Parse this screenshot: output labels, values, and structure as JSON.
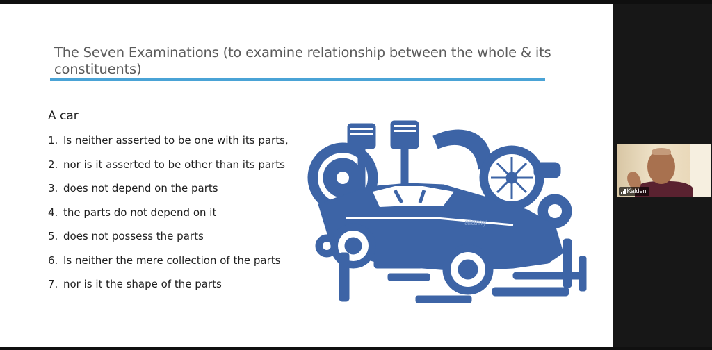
{
  "slide": {
    "title": "The Seven Examinations (to examine relationship between the whole & its constituents)",
    "subject": "A car",
    "points": [
      {
        "num": "1.",
        "text": "Is neither asserted to be one with its parts,"
      },
      {
        "num": "2.",
        "text": "nor is it asserted to be other than its parts"
      },
      {
        "num": "3.",
        "text": "does not depend on the parts"
      },
      {
        "num": "4.",
        "text": "the parts do not depend on it"
      },
      {
        "num": "5.",
        "text": "does not possess the parts"
      },
      {
        "num": "6.",
        "text": "Is neither the mere collection of the parts"
      },
      {
        "num": "7.",
        "text": "nor is it the shape of the parts"
      }
    ],
    "illustration": {
      "description_icon": "car-and-parts-icon",
      "watermark": "alamy",
      "color": "#3d64a6"
    },
    "accent_color": "#4aa3d6"
  },
  "participant": {
    "name": "Kalden",
    "icon": "signal-bars-icon"
  }
}
